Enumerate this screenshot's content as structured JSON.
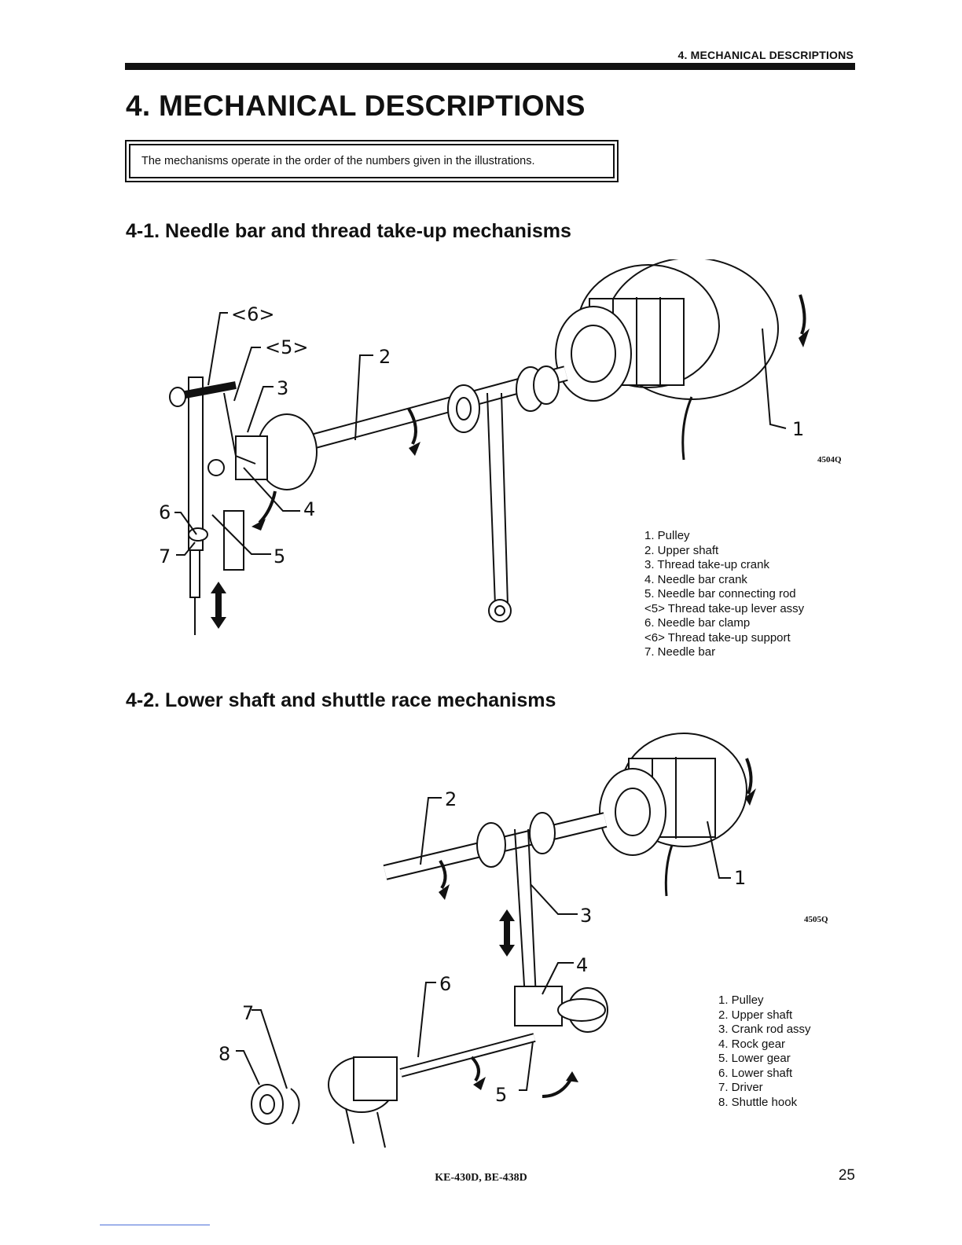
{
  "header": {
    "running_title": "4. MECHANICAL DESCRIPTIONS"
  },
  "page_title": "4. MECHANICAL DESCRIPTIONS",
  "note": "The mechanisms operate in the order of the numbers given in the illustrations.",
  "section_1": {
    "title": "4-1. Needle bar and thread take-up mechanisms",
    "figure_code": "4504Q",
    "callouts": {
      "c1": "1",
      "c2": "2",
      "c3": "3",
      "c4": "4",
      "c5": "5",
      "c6": "6",
      "c7": "7",
      "c5b": "<5>",
      "c6b": "<6>"
    },
    "legend": [
      "1. Pulley",
      "2. Upper shaft",
      "3. Thread take-up crank",
      "4. Needle bar crank",
      "5. Needle bar connecting rod",
      "<5> Thread take-up lever assy",
      "6. Needle bar clamp",
      "<6> Thread take-up support",
      "7. Needle bar"
    ]
  },
  "section_2": {
    "title": "4-2. Lower shaft and shuttle race mechanisms",
    "figure_code": "4505Q",
    "callouts": {
      "c1": "1",
      "c2": "2",
      "c3": "3",
      "c4": "4",
      "c5": "5",
      "c6": "6",
      "c7": "7",
      "c8": "8"
    },
    "legend": [
      "1. Pulley",
      "2. Upper shaft",
      "3. Crank rod assy",
      "4. Rock gear",
      "5. Lower gear",
      "6. Lower shaft",
      "7. Driver",
      "8. Shuttle hook"
    ]
  },
  "footer": {
    "model": "KE-430D, BE-438D",
    "page_number": "25"
  }
}
